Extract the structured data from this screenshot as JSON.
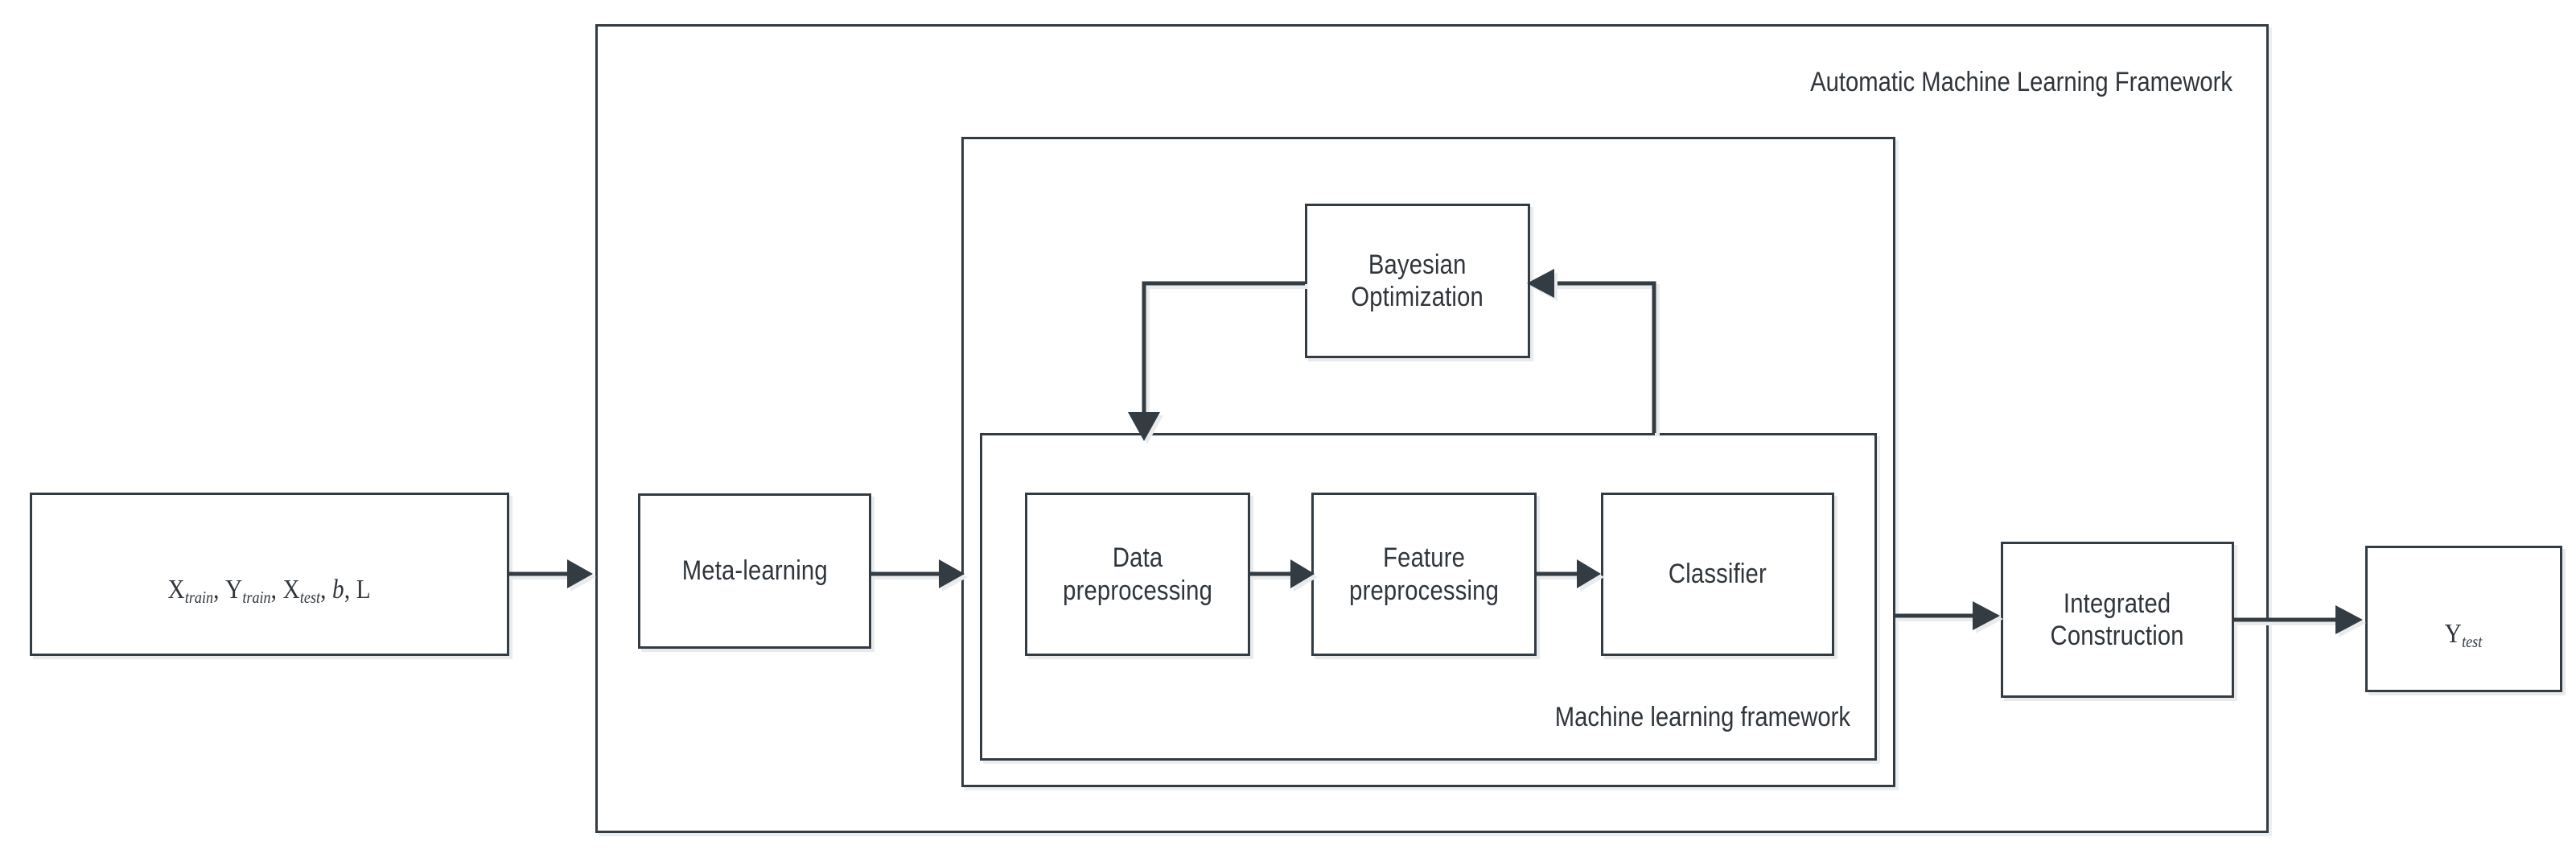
{
  "diagram": {
    "title": "Automatic Machine Learning Framework",
    "type": "flowchart",
    "colors": {
      "stroke": "#333b43",
      "text": "#2f353b",
      "background": "#ffffff",
      "shadow": "#e9ebed"
    },
    "frames": [
      {
        "id": "automl-framework",
        "label": "Automatic Machine Learning Framework",
        "label_position": "top-right"
      },
      {
        "id": "optimization-frame",
        "label": "",
        "label_position": "none"
      },
      {
        "id": "ml-framework",
        "label": "Machine learning framework",
        "label_position": "bottom-right"
      }
    ],
    "nodes": {
      "input": {
        "id": "input-data",
        "math": true,
        "parts": [
          {
            "base": "X",
            "sub": "train"
          },
          {
            "sep": ", "
          },
          {
            "base": "Y",
            "sub": "train"
          },
          {
            "sep": ", "
          },
          {
            "base": "X",
            "sub": "test"
          },
          {
            "sep": ", "
          },
          {
            "base": "b",
            "sub": ""
          },
          {
            "sep": ", "
          },
          {
            "base": "L",
            "sub": ""
          }
        ],
        "plain": "X_train, Y_train, X_test, b, L"
      },
      "meta_learning": {
        "id": "meta-learning",
        "label": "Meta-learning"
      },
      "bayesian_optimization": {
        "id": "bayesian-optimization",
        "label": "Bayesian\nOptimization"
      },
      "data_preprocessing": {
        "id": "data-preprocessing",
        "label": "Data\npreprocessing"
      },
      "feature_preprocessing": {
        "id": "feature-preprocessing",
        "label": "Feature\npreprocessing"
      },
      "classifier": {
        "id": "classifier",
        "label": "Classifier"
      },
      "integrated_construction": {
        "id": "integrated-construction",
        "label": "Integrated\nConstruction"
      },
      "output": {
        "id": "output-data",
        "math": true,
        "parts": [
          {
            "base": "Y",
            "sub": "test"
          }
        ],
        "plain": "Y_test"
      }
    },
    "edges": [
      {
        "from": "input-data",
        "to": "automl-framework",
        "style": "arrow"
      },
      {
        "from": "meta-learning",
        "to": "optimization-frame",
        "style": "arrow"
      },
      {
        "from": "data-preprocessing",
        "to": "feature-preprocessing",
        "style": "arrow"
      },
      {
        "from": "feature-preprocessing",
        "to": "classifier",
        "style": "arrow"
      },
      {
        "from": "bayesian-optimization",
        "to": "ml-framework",
        "style": "elbow-arrow-down-left"
      },
      {
        "from": "ml-framework",
        "to": "bayesian-optimization",
        "style": "elbow-arrow-up-left"
      },
      {
        "from": "optimization-frame",
        "to": "integrated-construction",
        "style": "arrow"
      },
      {
        "from": "integrated-construction",
        "to": "output-data",
        "style": "arrow"
      }
    ]
  }
}
